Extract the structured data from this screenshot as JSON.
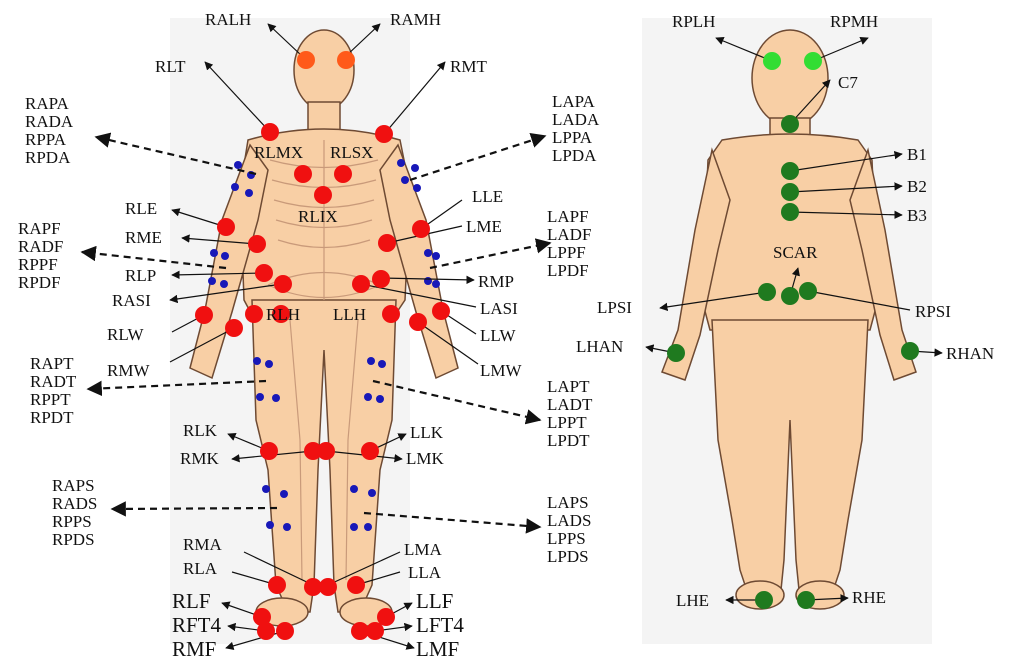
{
  "colors": {
    "skin": "#f8cfa5",
    "skin_outline": "#6e4a33",
    "bone": "#c99a7a",
    "front_marker": "#f01010",
    "head_marker": "#ff5a1a",
    "cluster_marker": "#1818b8",
    "back_marker": "#1f7a1f",
    "back_head_marker": "#33dd33"
  },
  "front": {
    "single_labels": {
      "RALH": "RALH",
      "RAMH": "RAMH",
      "RLT": "RLT",
      "RMT": "RMT",
      "RLMX": "RLMX",
      "RLSX": "RLSX",
      "RLIX": "RLIX",
      "RLE": "RLE",
      "RME": "RME",
      "RLP": "RLP",
      "RASI": "RASI",
      "RLW": "RLW",
      "RMW": "RMW",
      "RLH": "RLH",
      "LLH": "LLH",
      "LLE": "LLE",
      "LME": "LME",
      "RMP": "RMP",
      "LASI": "LASI",
      "LLW": "LLW",
      "LMW": "LMW",
      "RLK": "RLK",
      "RMK": "RMK",
      "LLK": "LLK",
      "LMK": "LMK",
      "RMA": "RMA",
      "RLA": "RLA",
      "LMA": "LMA",
      "LLA": "LLA",
      "RLF": "RLF",
      "RFT4": "RFT4",
      "RMF": "RMF",
      "LLF": "LLF",
      "LFT4": "LFT4",
      "LMF": "LMF"
    },
    "groups": {
      "right_upper_arm": [
        "RAPA",
        "RADA",
        "RPPA",
        "RPDA"
      ],
      "left_upper_arm": [
        "LAPA",
        "LADA",
        "LPPA",
        "LPDA"
      ],
      "right_forearm": [
        "RAPF",
        "RADF",
        "RPPF",
        "RPDF"
      ],
      "left_forearm": [
        "LAPF",
        "LADF",
        "LPPF",
        "LPDF"
      ],
      "right_thigh": [
        "RAPT",
        "RADT",
        "RPPT",
        "RPDT"
      ],
      "left_thigh": [
        "LAPT",
        "LADT",
        "LPPT",
        "LPDT"
      ],
      "right_shank": [
        "RAPS",
        "RADS",
        "RPPS",
        "RPDS"
      ],
      "left_shank": [
        "LAPS",
        "LADS",
        "LPPS",
        "LPDS"
      ]
    }
  },
  "back": {
    "labels": {
      "RPLH": "RPLH",
      "RPMH": "RPMH",
      "C7": "C7",
      "B1": "B1",
      "B2": "B2",
      "B3": "B3",
      "SCAR": "SCAR",
      "LPSI": "LPSI",
      "RPSI": "RPSI",
      "LHAN": "LHAN",
      "RHAN": "RHAN",
      "LHE": "LHE",
      "RHE": "RHE"
    }
  }
}
